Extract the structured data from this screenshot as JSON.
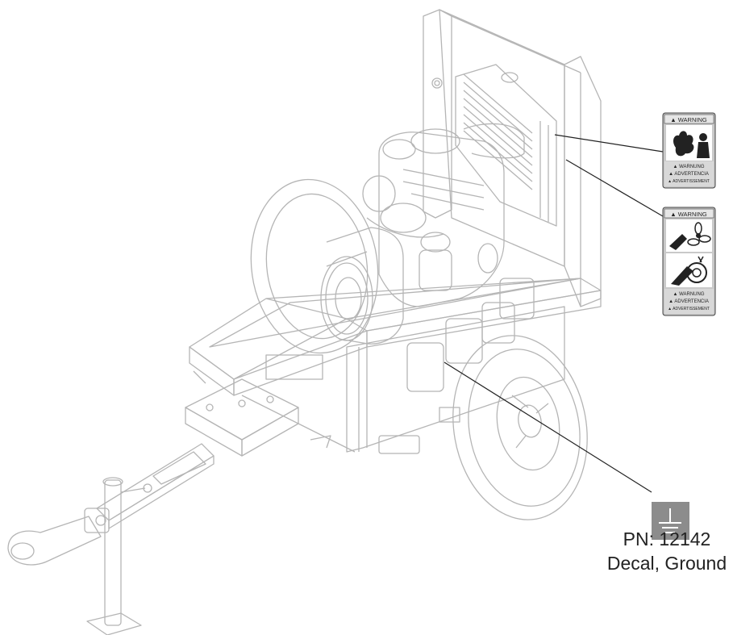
{
  "decal_warning_1": {
    "header": "WARNING",
    "footer": [
      "WARNUNG",
      "ADVERTENCIA",
      "ADVERTISSEMENT"
    ],
    "icon": "hot-surface-burn-icon"
  },
  "decal_warning_2": {
    "header": "WARNING",
    "footer": [
      "WARNUNG",
      "ADVERTENCIA",
      "ADVERTISSEMENT"
    ],
    "icons": [
      "fan-blade-hand-icon",
      "belt-pinch-hand-icon"
    ]
  },
  "ground_decal": {
    "icon": "ground-symbol-icon",
    "part_number": "PN: 12142",
    "description": "Decal, Ground",
    "color": "#8c8c8c"
  },
  "colors": {
    "line_art": "#b8b8b8",
    "leader": "#222222",
    "decal_bg": "#c9c9c9"
  }
}
